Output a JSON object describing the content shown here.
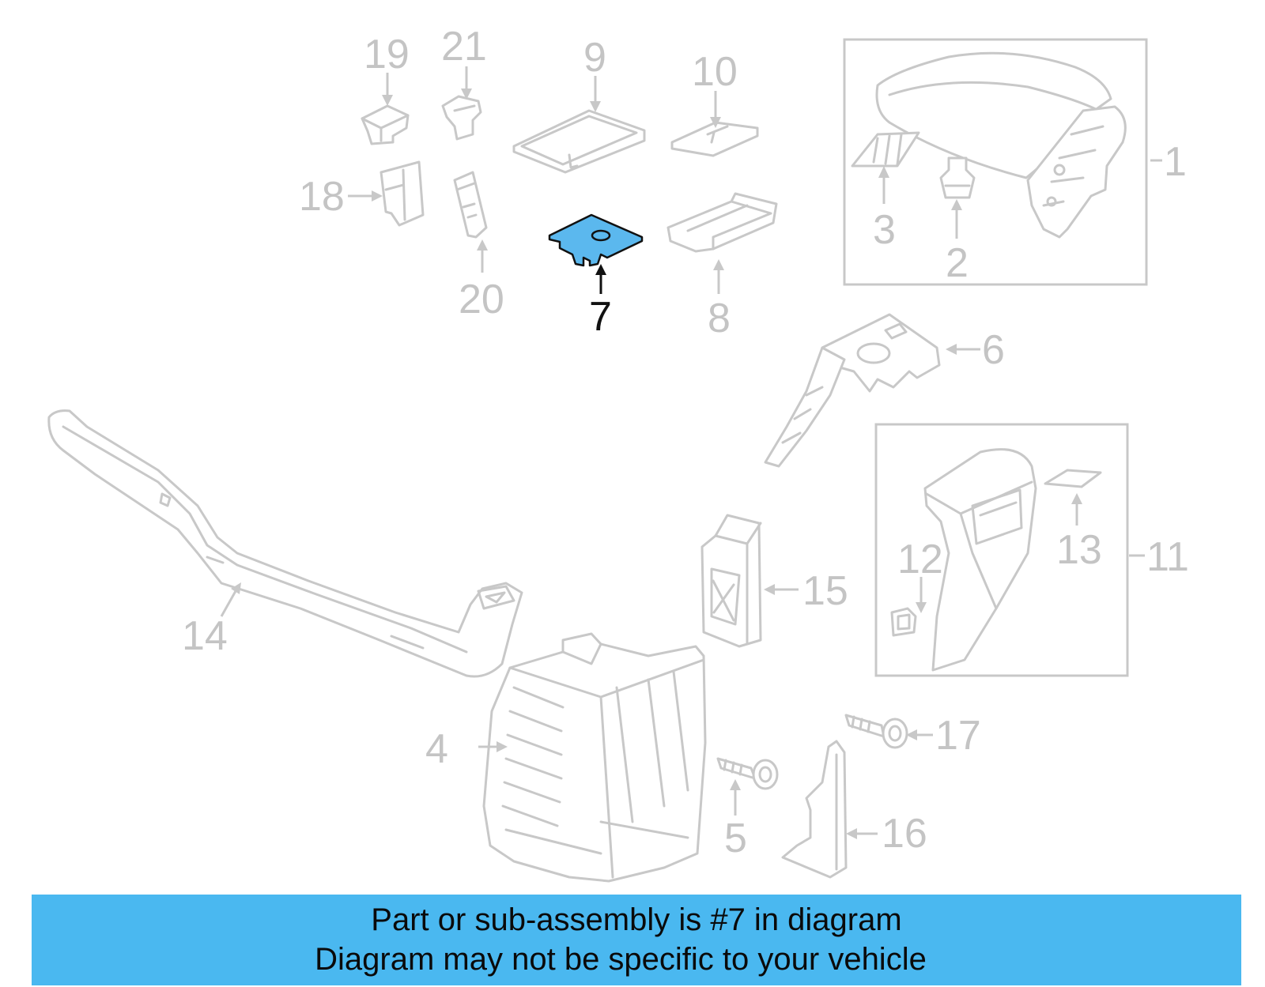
{
  "callouts": {
    "n1": "1",
    "n2": "2",
    "n3": "3",
    "n4": "4",
    "n5": "5",
    "n6": "6",
    "n7": "7",
    "n8": "8",
    "n9": "9",
    "n10": "10",
    "n11": "11",
    "n12": "12",
    "n13": "13",
    "n14": "14",
    "n15": "15",
    "n16": "16",
    "n17": "17",
    "n18": "18",
    "n19": "19",
    "n20": "20",
    "n21": "21"
  },
  "highlighted_part": "7",
  "colors": {
    "highlight": "#5bb8ee",
    "banner": "#4ab8f0",
    "part_lines": "#c8c8c8"
  },
  "banner": {
    "line1": "Part or sub-assembly is #7 in diagram",
    "line2": "Diagram may not be specific to your vehicle"
  }
}
